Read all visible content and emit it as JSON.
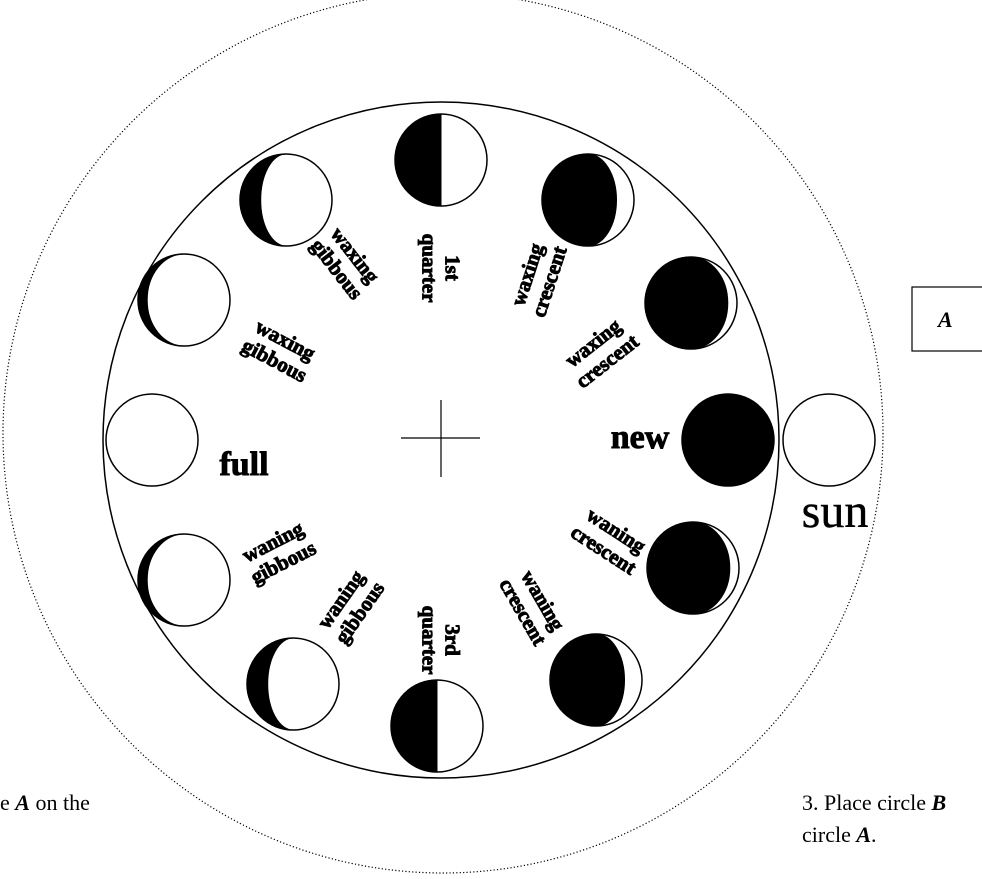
{
  "diagram": {
    "phases": [
      {
        "id": "new",
        "label_lines": [
          "new"
        ]
      },
      {
        "id": "waxc1",
        "label_lines": [
          "waxing",
          "crescent"
        ]
      },
      {
        "id": "waxc2",
        "label_lines": [
          "waxing",
          "crescent"
        ]
      },
      {
        "id": "q1",
        "label_lines": [
          "1st",
          "quarter"
        ]
      },
      {
        "id": "waxg1",
        "label_lines": [
          "waxing",
          "gibbous"
        ]
      },
      {
        "id": "waxg2",
        "label_lines": [
          "waxing",
          "gibbous"
        ]
      },
      {
        "id": "full",
        "label_lines": [
          "full"
        ]
      },
      {
        "id": "wang1",
        "label_lines": [
          "waning",
          "gibbous"
        ]
      },
      {
        "id": "wang2",
        "label_lines": [
          "waning",
          "gibbous"
        ]
      },
      {
        "id": "q3",
        "label_lines": [
          "3rd",
          "quarter"
        ]
      },
      {
        "id": "wanc1",
        "label_lines": [
          "waning",
          "crescent"
        ]
      },
      {
        "id": "wanc2",
        "label_lines": [
          "waning",
          "crescent"
        ]
      }
    ],
    "sun_label": "sun",
    "box_label": "A",
    "instruction_left": {
      "prefix": "e ",
      "letter": "A",
      "suffix": " on the"
    },
    "instruction_right": {
      "line1": {
        "prefix": "3. Place circle ",
        "letter": "B"
      },
      "line2": {
        "prefix": "circle ",
        "letter": "A",
        "suffix": "."
      }
    }
  }
}
